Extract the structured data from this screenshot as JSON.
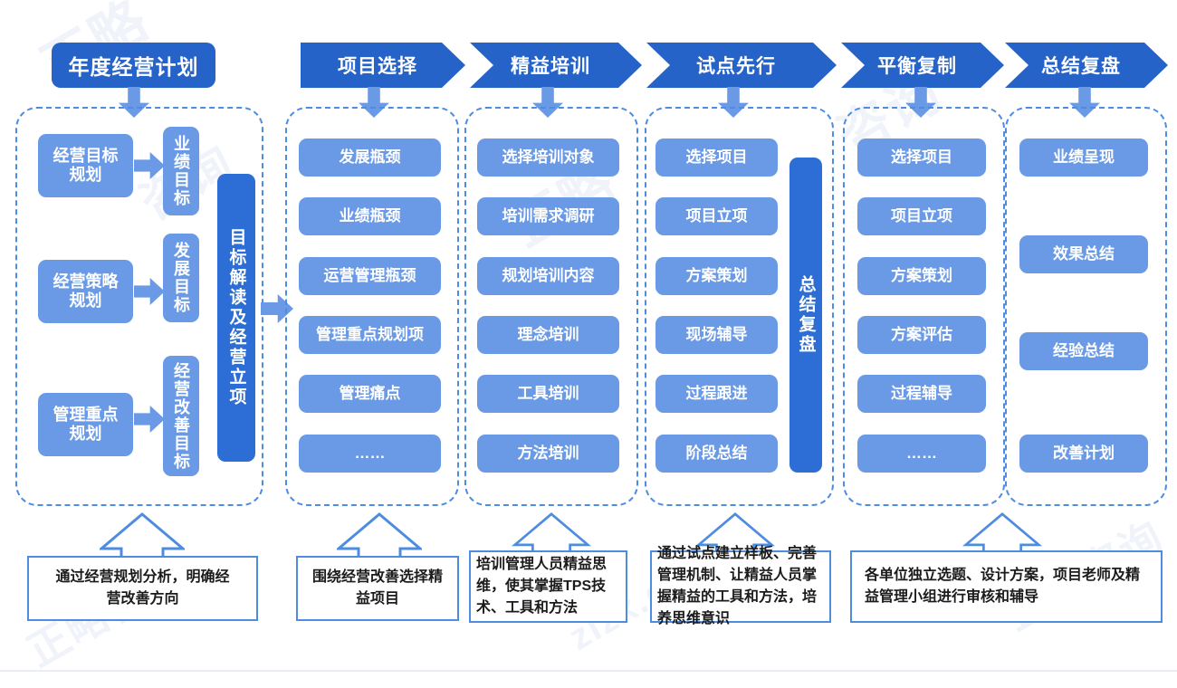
{
  "colors": {
    "header_dark": "#2563c9",
    "pill_blue": "#6a9ae6",
    "bar_dark": "#2c6ed5",
    "dashed_border": "#4e8ce0",
    "caption_border": "#4e8ce0",
    "text_white": "#ffffff",
    "background": "#ffffff"
  },
  "header": {
    "title": "年度经营计划",
    "stages": [
      {
        "label": "项目选择"
      },
      {
        "label": "精益培训"
      },
      {
        "label": "试点先行"
      },
      {
        "label": "平衡复制"
      },
      {
        "label": "总结复盘"
      }
    ]
  },
  "columns": [
    {
      "name": "annual-plan",
      "pairs": [
        {
          "source": "经营目标规划",
          "target": "业绩目标"
        },
        {
          "source": "经营策略规划",
          "target": "发展目标"
        },
        {
          "source": "管理重点规划",
          "target": "经营改善目标"
        }
      ],
      "side_bar": "目标解读及经营立项"
    },
    {
      "name": "project-selection",
      "items": [
        "发展瓶颈",
        "业绩瓶颈",
        "运营管理瓶颈",
        "管理重点规划项",
        "管理痛点",
        "……"
      ]
    },
    {
      "name": "lean-training",
      "items": [
        "选择培训对象",
        "培训需求调研",
        "规划培训内容",
        "理念培训",
        "工具培训",
        "方法培训"
      ]
    },
    {
      "name": "pilot-first",
      "items": [
        "选择项目",
        "项目立项",
        "方案策划",
        "现场辅导",
        "过程跟进",
        "阶段总结"
      ],
      "side_bar": "总结复盘"
    },
    {
      "name": "balanced-replication",
      "items": [
        "选择项目",
        "项目立项",
        "方案策划",
        "方案评估",
        "过程辅导",
        "……"
      ]
    },
    {
      "name": "summary-review",
      "items": [
        "业绩呈现",
        "效果总结",
        "经验总结",
        "改善计划"
      ]
    }
  ],
  "captions": [
    {
      "name": "caption-annual-plan",
      "text": "通过经营规划分析，明确经营改善方向"
    },
    {
      "name": "caption-project-selection",
      "text": "围绕经营改善选择精益项目"
    },
    {
      "name": "caption-lean-training",
      "text": "培训管理人员精益思维，使其掌握TPS技术、工具和方法"
    },
    {
      "name": "caption-pilot-first",
      "text": "通过试点建立样板、完善管理机制、让精益人员掌握精益的工具和方法，培养思维意识"
    },
    {
      "name": "caption-replication-summary",
      "text": "各单位独立选题、设计方案，项目老师及精益管理小组进行审核和辅导"
    }
  ],
  "watermarks": [
    "正略咨询",
    "zlzx.com",
    "正略",
    "咨询"
  ]
}
